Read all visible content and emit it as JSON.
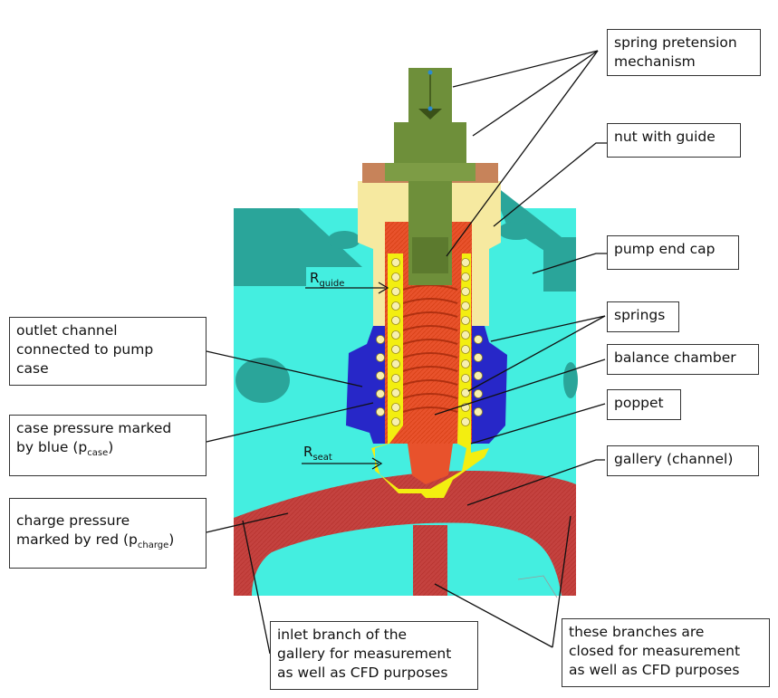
{
  "labels": {
    "spring_pretension": [
      "spring pretension",
      "mechanism"
    ],
    "nut_with_guide": "nut with guide",
    "pump_end_cap": "pump end cap",
    "springs": "springs",
    "balance_chamber": "balance chamber",
    "poppet": "poppet",
    "gallery": "gallery (channel)",
    "outlet_channel": [
      "outlet channel",
      "connected to pump",
      "case"
    ],
    "case_pressure": {
      "line1": "case pressure marked",
      "line2_prefix": "by blue (p",
      "line2_sub": "case",
      "line2_suffix": ")"
    },
    "charge_pressure": {
      "line1": "charge pressure",
      "line2_prefix": "marked by red (p",
      "line2_sub": "charge",
      "line2_suffix": ")"
    },
    "inlet_branch": [
      "inlet branch of the",
      "gallery for measurement",
      "as well as CFD purposes"
    ],
    "closed_branches": [
      "these branches are",
      "closed for measurement",
      "as well as CFD purposes"
    ],
    "r_guide": {
      "main": "R",
      "sub": "guide"
    },
    "r_seat": {
      "main": "R",
      "sub": "seat"
    }
  },
  "colors": {
    "end_cap": "#44eee0",
    "end_cap_dark": "#2aa59a",
    "gallery_red": "#c4423f",
    "spring_red": "#e8522c",
    "case_blue": "#2727c8",
    "nut_yellow": "#f6e9a0",
    "poppet_yellow": "#f3ee10",
    "mechanism_green": "#6e8f3a",
    "ball": "#f7f0b0"
  }
}
